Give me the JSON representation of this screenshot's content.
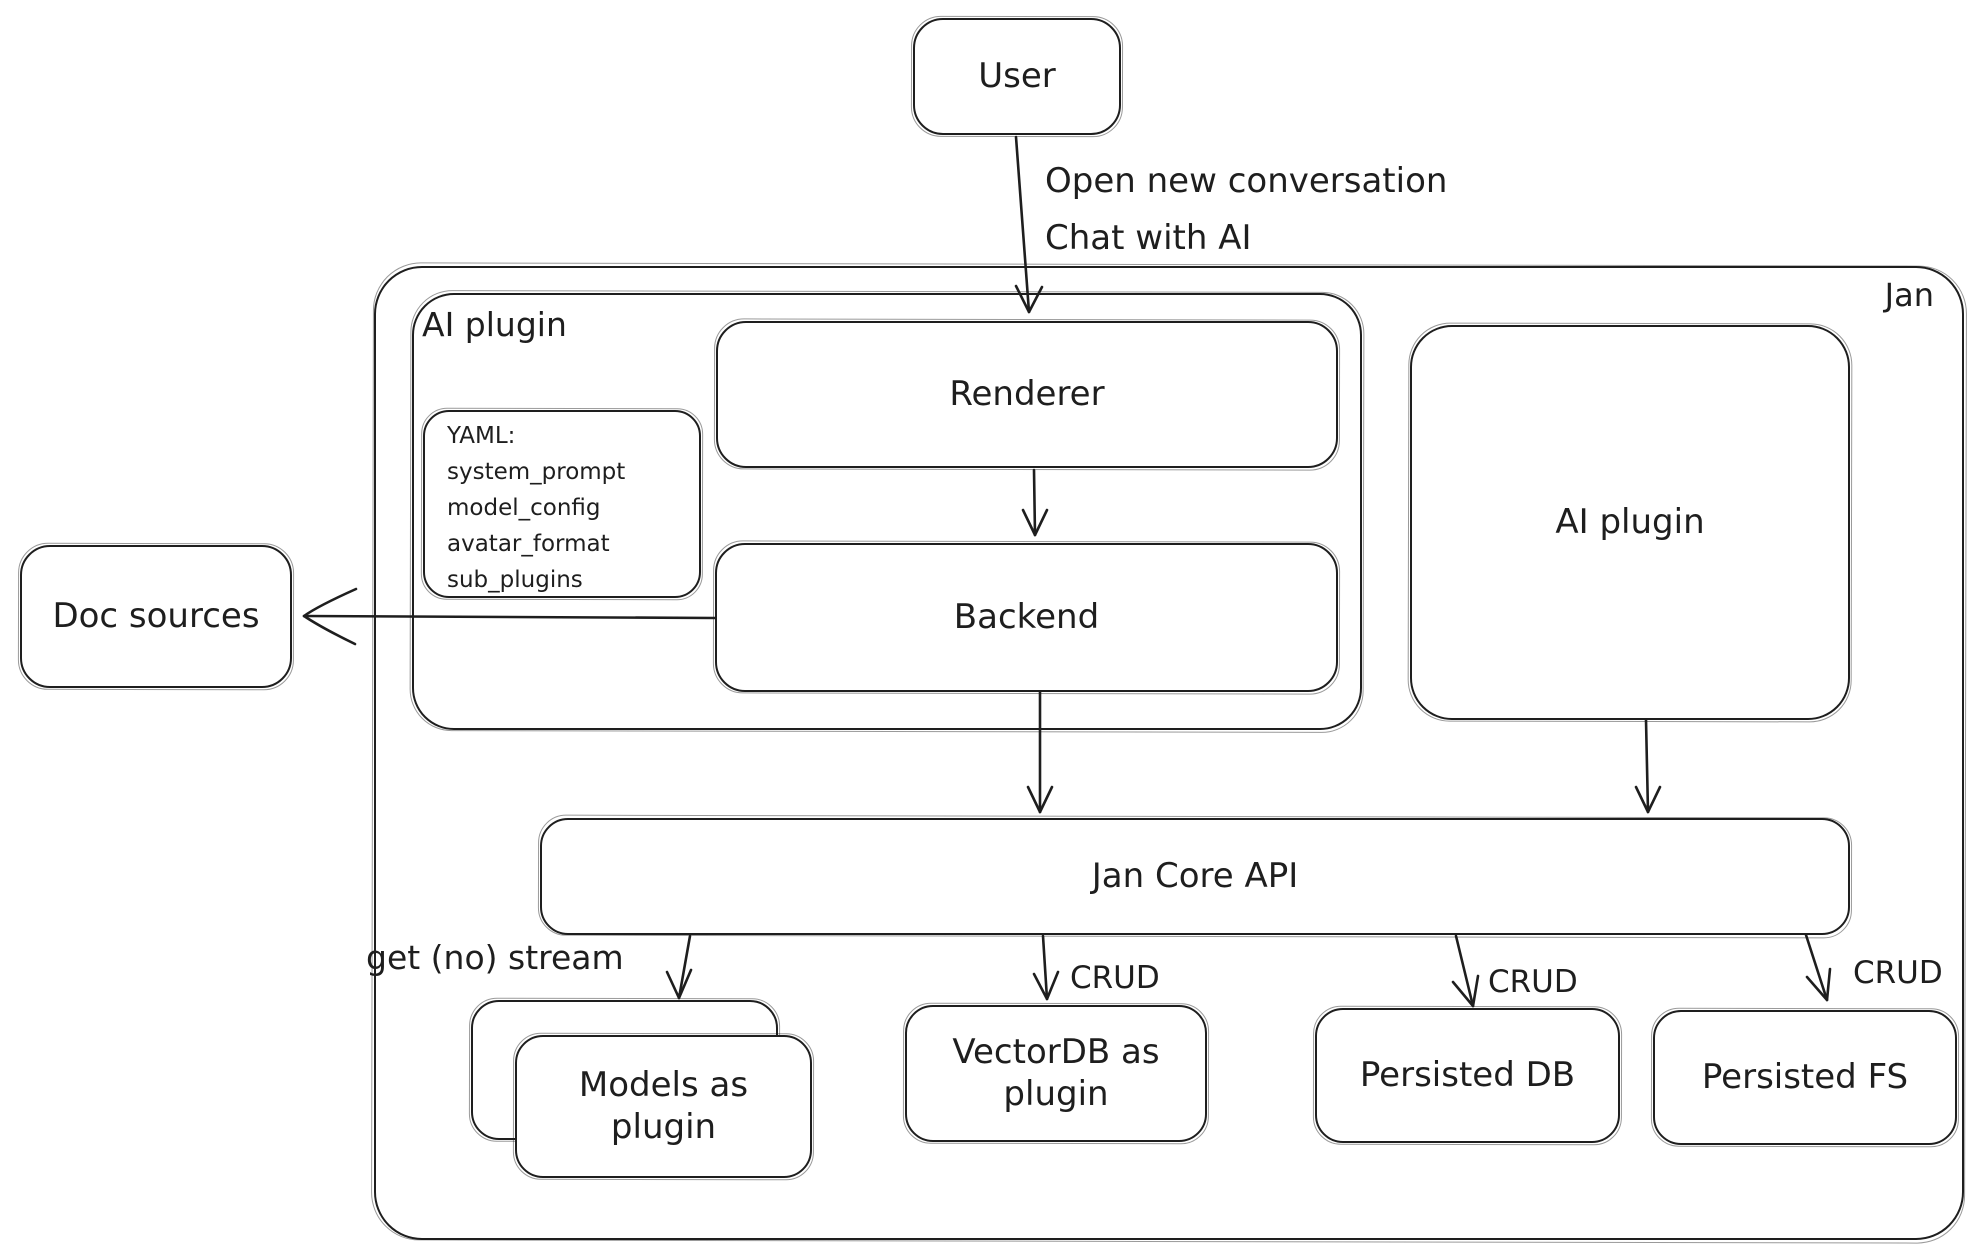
{
  "canvas": {
    "stroke_color": "#1e1e1e",
    "background_color": "#ffffff"
  },
  "nodes": {
    "user": {
      "label": "User"
    },
    "jan": {
      "label": "Jan"
    },
    "ai_plugin_left": {
      "label": "AI plugin"
    },
    "renderer": {
      "label": "Renderer"
    },
    "yaml_note": {
      "text": "YAML:\nsystem_prompt\nmodel_config\navatar_format\nsub_plugins"
    },
    "backend": {
      "label": "Backend"
    },
    "doc_sources": {
      "label": "Doc sources"
    },
    "ai_plugin_right": {
      "label": "AI plugin"
    },
    "jan_core_api": {
      "label": "Jan Core API"
    },
    "models_as_plugin": {
      "label": "Models as plugin"
    },
    "vectordb_as_plugin": {
      "label": "VectorDB as plugin"
    },
    "persisted_db": {
      "label": "Persisted DB"
    },
    "persisted_fs": {
      "label": "Persisted FS"
    }
  },
  "edge_labels": {
    "user_flow_line1": "Open new conversation",
    "user_flow_line2": "Chat with AI",
    "get_no_stream": "get (no) stream",
    "crud_vectordb": "CRUD",
    "crud_persisted_db": "CRUD",
    "crud_persisted_fs": "CRUD"
  }
}
